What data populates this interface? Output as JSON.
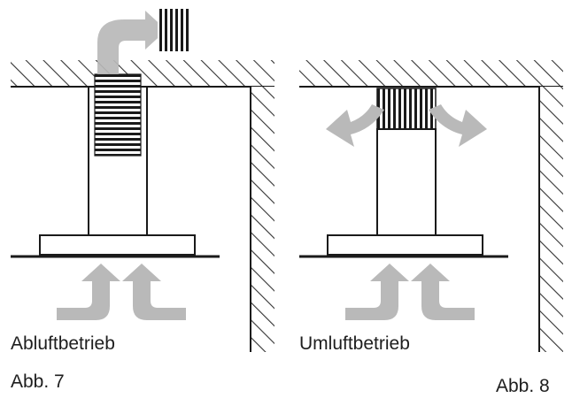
{
  "figures": [
    {
      "mode_label": "Abluftbetrieb",
      "figure_label": "Abb. 7"
    },
    {
      "mode_label": "Umluftbetrieb",
      "figure_label": "Abb. 8"
    }
  ],
  "colors": {
    "line": "#1a1a1a",
    "arrow_fill": "#b9b9b9",
    "hatch": "#333333",
    "background": "#ffffff"
  }
}
